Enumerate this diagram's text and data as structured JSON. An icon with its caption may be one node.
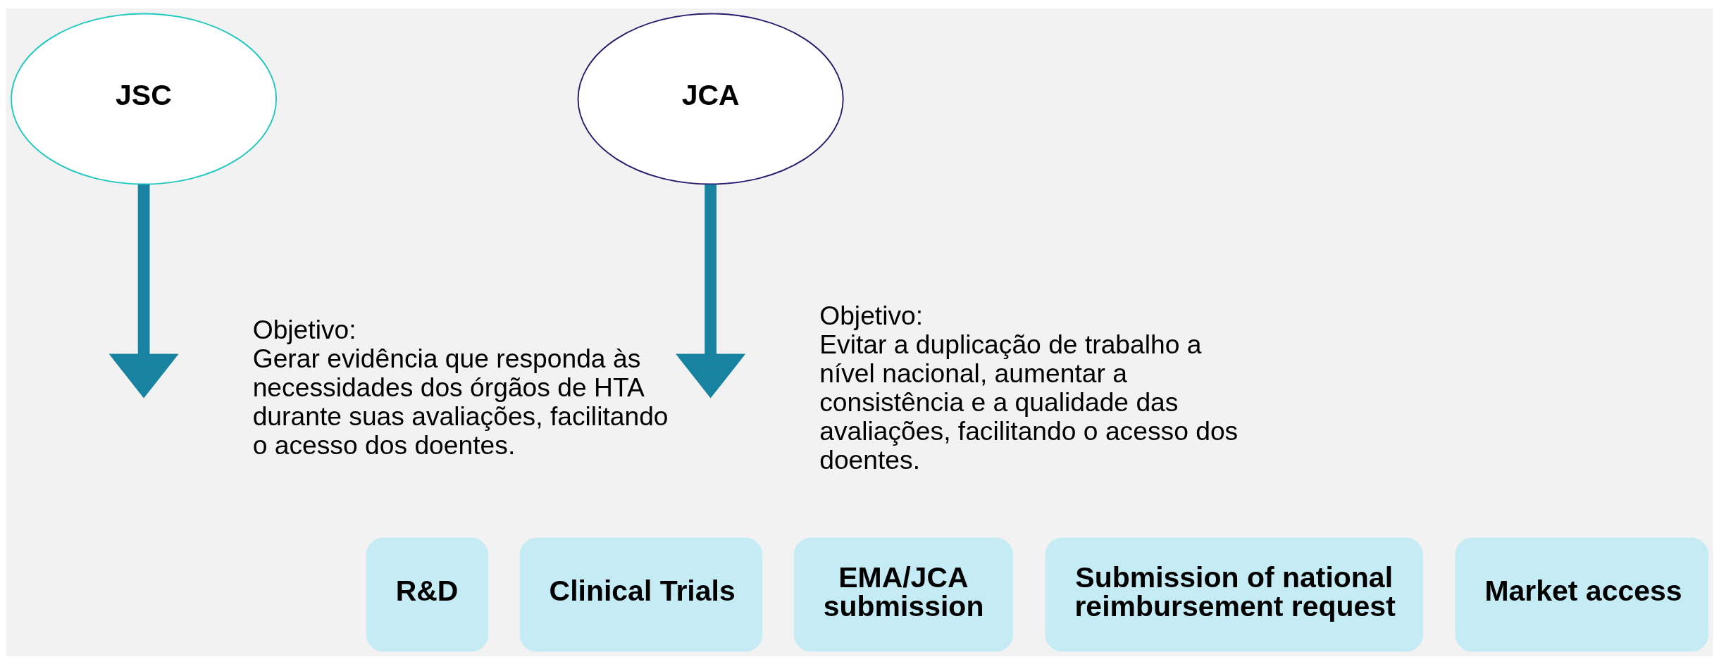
{
  "diagram": {
    "nodes": [
      {
        "text": [
          "JSC"
        ],
        "beside": [
          "Objetivo:",
          "Gerar evidência que responda às necessidades dos órgãos de HTA durante suas avaliações, facilitando o acesso dos doentes."
        ]
      },
      {
        "text": [
          "JCA"
        ],
        "beside": [
          "Objetivo:",
          "Evitar a duplicação de trabalho a nível nacional, aumentar a consistência e a qualidade das avaliações, facilitando o acesso dos doentes."
        ]
      },
      {
        "text": [
          "R&D"
        ]
      },
      {
        "text": [
          "Clinical Trials"
        ]
      },
      {
        "text": [
          "EMA/JCA submission"
        ]
      },
      {
        "text": [
          "Submission of national reimbursement request"
        ]
      },
      {
        "text": [
          "Market access"
        ]
      }
    ],
    "edges": [
      {
        "from": 0,
        "to": null,
        "arrow": "to"
      },
      {
        "from": 1,
        "to": null,
        "arrow": "to"
      }
    ]
  }
}
